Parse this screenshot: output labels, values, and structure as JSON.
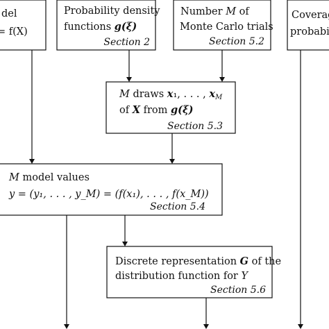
{
  "nodes": {
    "model": {
      "line1": "del",
      "line2": "= f(X)"
    },
    "pdf": {
      "line1": "Probability density",
      "line2_text": "functions ",
      "line2_math": "g(ξ)",
      "section": "Section 2"
    },
    "trials": {
      "line1_pre": "Number ",
      "line1_math": "M",
      "line1_post": " of",
      "line2": "Monte Carlo trials",
      "section": "Section 5.2"
    },
    "coverage": {
      "line1": "Coverag",
      "line2": "probabil"
    },
    "draws": {
      "line1_math": "M",
      "line1_text": " draws ",
      "line1_vec": "x",
      "line1_rest": "₁, . . . , ",
      "line1_vec2": "x",
      "line1_sub": "M",
      "line2_pre": "of ",
      "line2_math": "X",
      "line2_mid": " from ",
      "line2_func": "g(ξ)",
      "section": "Section 5.3"
    },
    "values": {
      "line1_math": "M",
      "line1_text": " model values",
      "line2": "y = (y₁, . . . , y_M) = (f(x₁), . . . , f(x_M))",
      "section": "Section 5.4"
    },
    "representation": {
      "line1_text": "Discrete representation ",
      "line1_math": "G",
      "line1_post": " of the",
      "line2_text": "distribution function for ",
      "line2_math": "Y",
      "section": "Section 5.6"
    }
  }
}
